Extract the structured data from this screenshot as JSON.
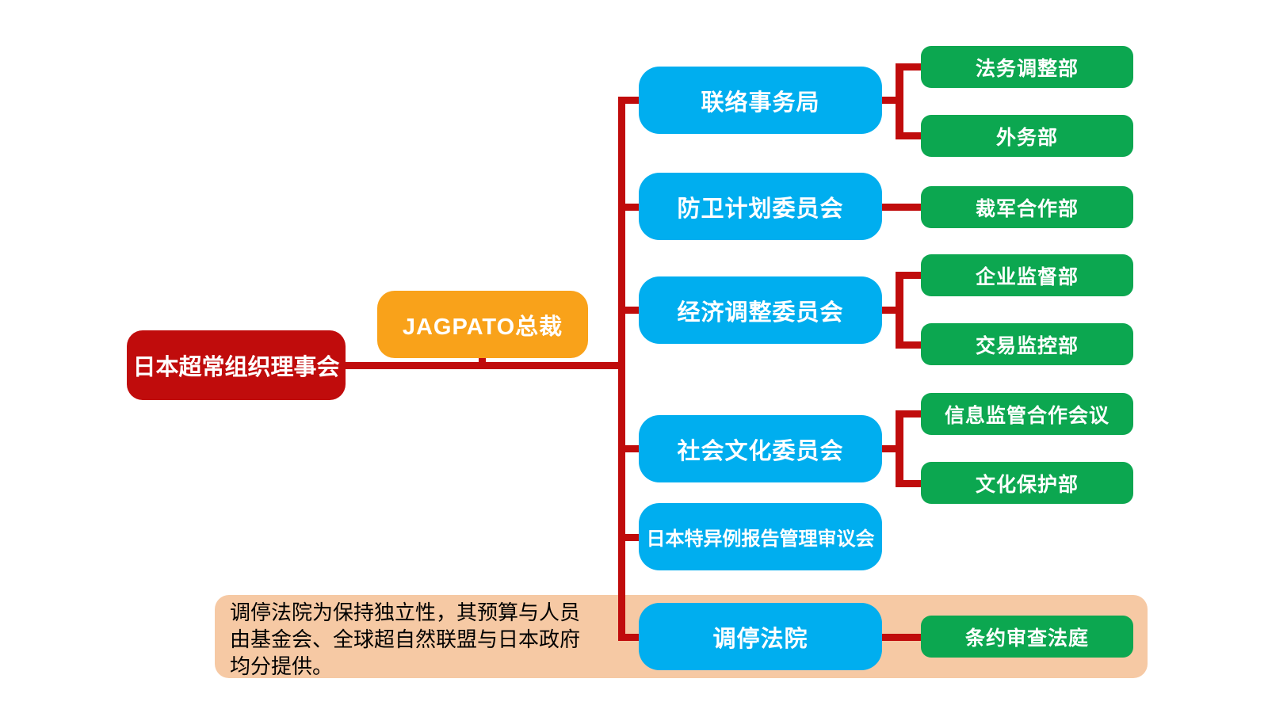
{
  "colors": {
    "red": "#C00C0C",
    "orange": "#F9A21A",
    "blue": "#00AEEF",
    "green": "#0CA750",
    "peach": "#F6C9A4",
    "line": "#C00C0C",
    "boxtext": "#FFFFFF",
    "notetext": "#000000"
  },
  "council": {
    "label": "日本超常组织理事会"
  },
  "president": {
    "label": "JAGPATO总裁"
  },
  "committees": [
    {
      "label": "联络事务局"
    },
    {
      "label": "防卫计划委员会"
    },
    {
      "label": "经济调整委员会"
    },
    {
      "label": "社会文化委员会"
    },
    {
      "label": "日本特异例报告管理审议会"
    },
    {
      "label": "调停法院"
    }
  ],
  "departments": [
    {
      "label": "法务调整部",
      "parent": "联络事务局"
    },
    {
      "label": "外务部",
      "parent": "联络事务局"
    },
    {
      "label": "裁军合作部",
      "parent": "防卫计划委员会"
    },
    {
      "label": "企业监督部",
      "parent": "经济调整委员会"
    },
    {
      "label": "交易监控部",
      "parent": "经济调整委员会"
    },
    {
      "label": "信息监管合作会议",
      "parent": "社会文化委员会"
    },
    {
      "label": "文化保护部",
      "parent": "社会文化委员会"
    },
    {
      "label": "条约审查法庭",
      "parent": "调停法院"
    }
  ],
  "note": {
    "lines": [
      "调停法院为保持独立性，其预算与人员",
      "由基金会、全球超自然联盟与日本政府",
      "均分提供。"
    ]
  }
}
